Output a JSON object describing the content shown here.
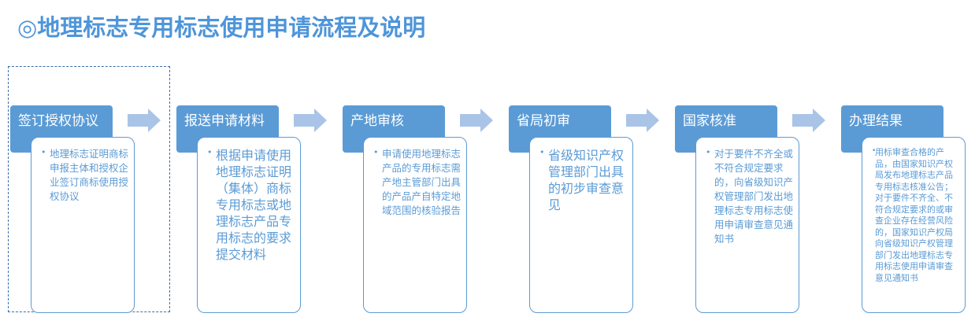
{
  "page": {
    "title": "◎地理标志专用标志使用申请流程及说明"
  },
  "colors": {
    "accent": "#5b9bd5",
    "title": "#4e95d9",
    "arrow": "#a9c4e6"
  },
  "steps": [
    {
      "label": "签订授权协议",
      "bullet": "•",
      "description": "地理标志证明商标申报主体和授权企业签订商标使用授权协议"
    },
    {
      "label": "报送申请材料",
      "bullet": "•",
      "description": "根据申请使用地理标志证明（集体）商标专用标志或地理标志产品专用标志的要求提交材料"
    },
    {
      "label": "产地审核",
      "bullet": "•",
      "description": "申请使用地理标志产品的专用标志需产地主管部门出具的产品产自特定地域范围的核验报告"
    },
    {
      "label": "省局初审",
      "bullet": "•",
      "description": "省级知识产权管理部门出具的初步审查意见"
    },
    {
      "label": "国家核准",
      "bullet": "•",
      "description": "对于要件不齐全或不符合规定要求的，向省级知识产权管理部门发出地理标志专用标志使用申请审查意见通知书"
    },
    {
      "label": "办理结果",
      "bullet": "•",
      "description": "用标审查合格的产品，由国家知识产权局发布地理标志产品专用标志核准公告；对于要件不齐全、不符合规定要求的或审查企业存在经营风险的，国家知识产权局向省级知识产权管理部门发出地理标志专用标志使用申请审查意见通知书"
    }
  ]
}
